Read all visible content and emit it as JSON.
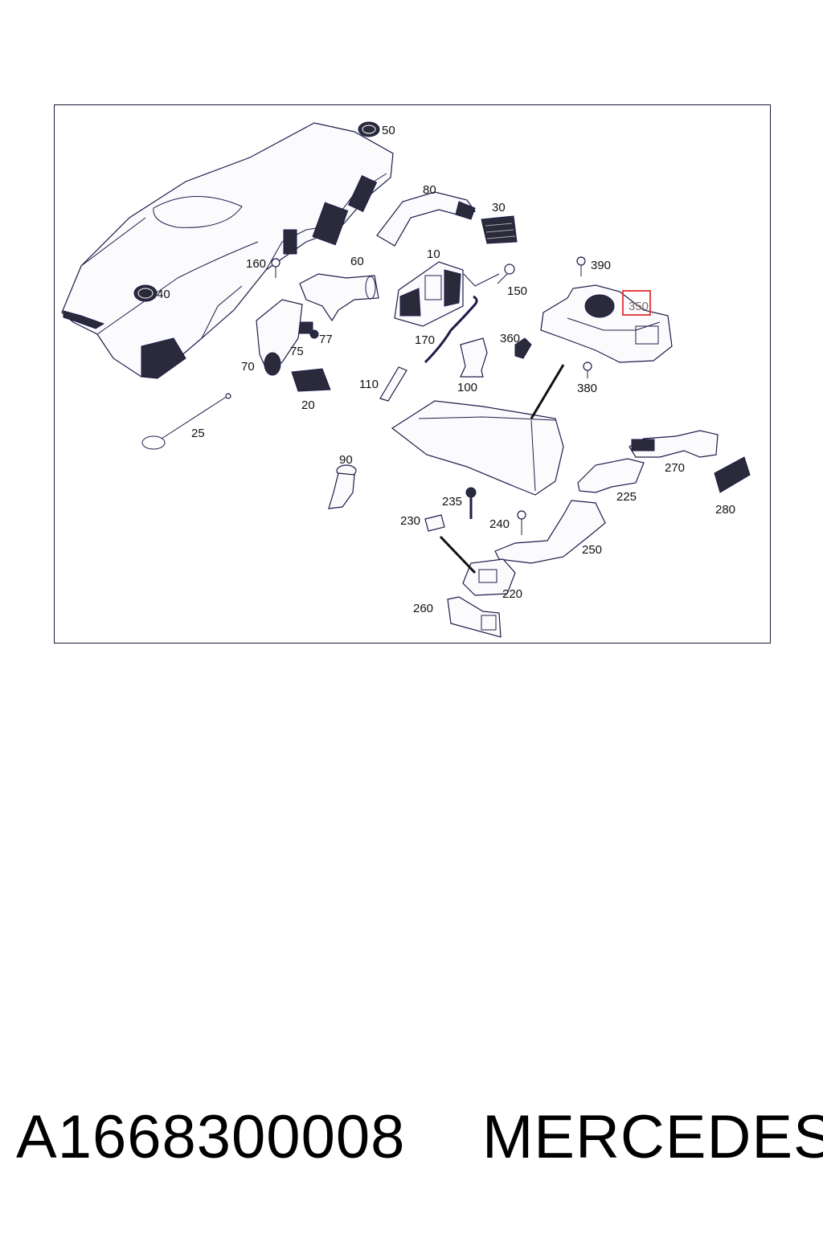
{
  "callouts": {
    "c50": "50",
    "c80": "80",
    "c30": "30",
    "c160": "160",
    "c60": "60",
    "c10": "10",
    "c390": "390",
    "c40": "40",
    "c150": "150",
    "c350": "350",
    "c77": "77",
    "c75": "75",
    "c170": "170",
    "c360": "360",
    "c70": "70",
    "c110": "110",
    "c100": "100",
    "c380": "380",
    "c20": "20",
    "c25": "25",
    "c270": "270",
    "c90": "90",
    "c225": "225",
    "c280": "280",
    "c235": "235",
    "c230": "230",
    "c240": "240",
    "c250": "250",
    "c220": "220",
    "c260": "260"
  },
  "highlighted_callout": "350",
  "highlight_color": "#e03030",
  "line_color": "#1c1c4a",
  "caption": {
    "part_number": "A1668300008",
    "brand": "MERCEDES"
  }
}
